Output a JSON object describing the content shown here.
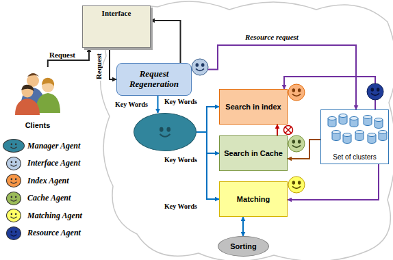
{
  "diagram": {
    "nodes": [
      {
        "text": [
          "Interface"
        ]
      },
      {
        "text": [
          "Clients"
        ]
      },
      {
        "text": [
          "Request Regeneration"
        ]
      },
      {
        "text": []
      },
      {
        "text": [
          "Search in index"
        ]
      },
      {
        "text": [
          "Search in Cache"
        ]
      },
      {
        "text": [
          "Set of clusters"
        ]
      },
      {
        "text": [
          "Matching"
        ]
      },
      {
        "text": [
          "Sorting"
        ]
      }
    ],
    "edges": [
      {
        "from": 1,
        "to": 0,
        "label": "Request",
        "arrow": "to"
      },
      {
        "from": 0,
        "to": 2,
        "label": "Request",
        "arrow": "to"
      },
      {
        "from": 2,
        "to": 0,
        "arrow": "to"
      },
      {
        "from": 2,
        "to": 3,
        "label": "Key Words",
        "arrow": "to"
      },
      {
        "from": 3,
        "to": 4,
        "label": "Key Words",
        "arrow": "to"
      },
      {
        "from": 3,
        "to": 5,
        "label": "Key Words",
        "arrow": "to"
      },
      {
        "from": 3,
        "to": 7,
        "label": "Key Words",
        "arrow": "to"
      },
      {
        "from": 7,
        "to": 8,
        "arrow": "both"
      },
      {
        "from": 5,
        "to": 4,
        "arrow": "to"
      },
      {
        "from": 2,
        "to": 6,
        "label": "Resource request",
        "arrow": "both"
      },
      {
        "from": 6,
        "to": 4,
        "arrow": "to"
      },
      {
        "from": 6,
        "to": 7,
        "arrow": "to"
      },
      {
        "from": 6,
        "to": 5,
        "arrow": "to"
      }
    ],
    "legend": [
      {
        "text": "Manager Agent",
        "color": "#31859c"
      },
      {
        "text": "Interface Agent",
        "color": "#b9cde5"
      },
      {
        "text": "Index Agent",
        "color": "#f79646"
      },
      {
        "text": "Cache Agent",
        "color": "#9bbb59"
      },
      {
        "text": "Matching Agent",
        "color": "#ffff66"
      },
      {
        "text": "Resource Agent",
        "color": "#1f3c99"
      }
    ]
  }
}
